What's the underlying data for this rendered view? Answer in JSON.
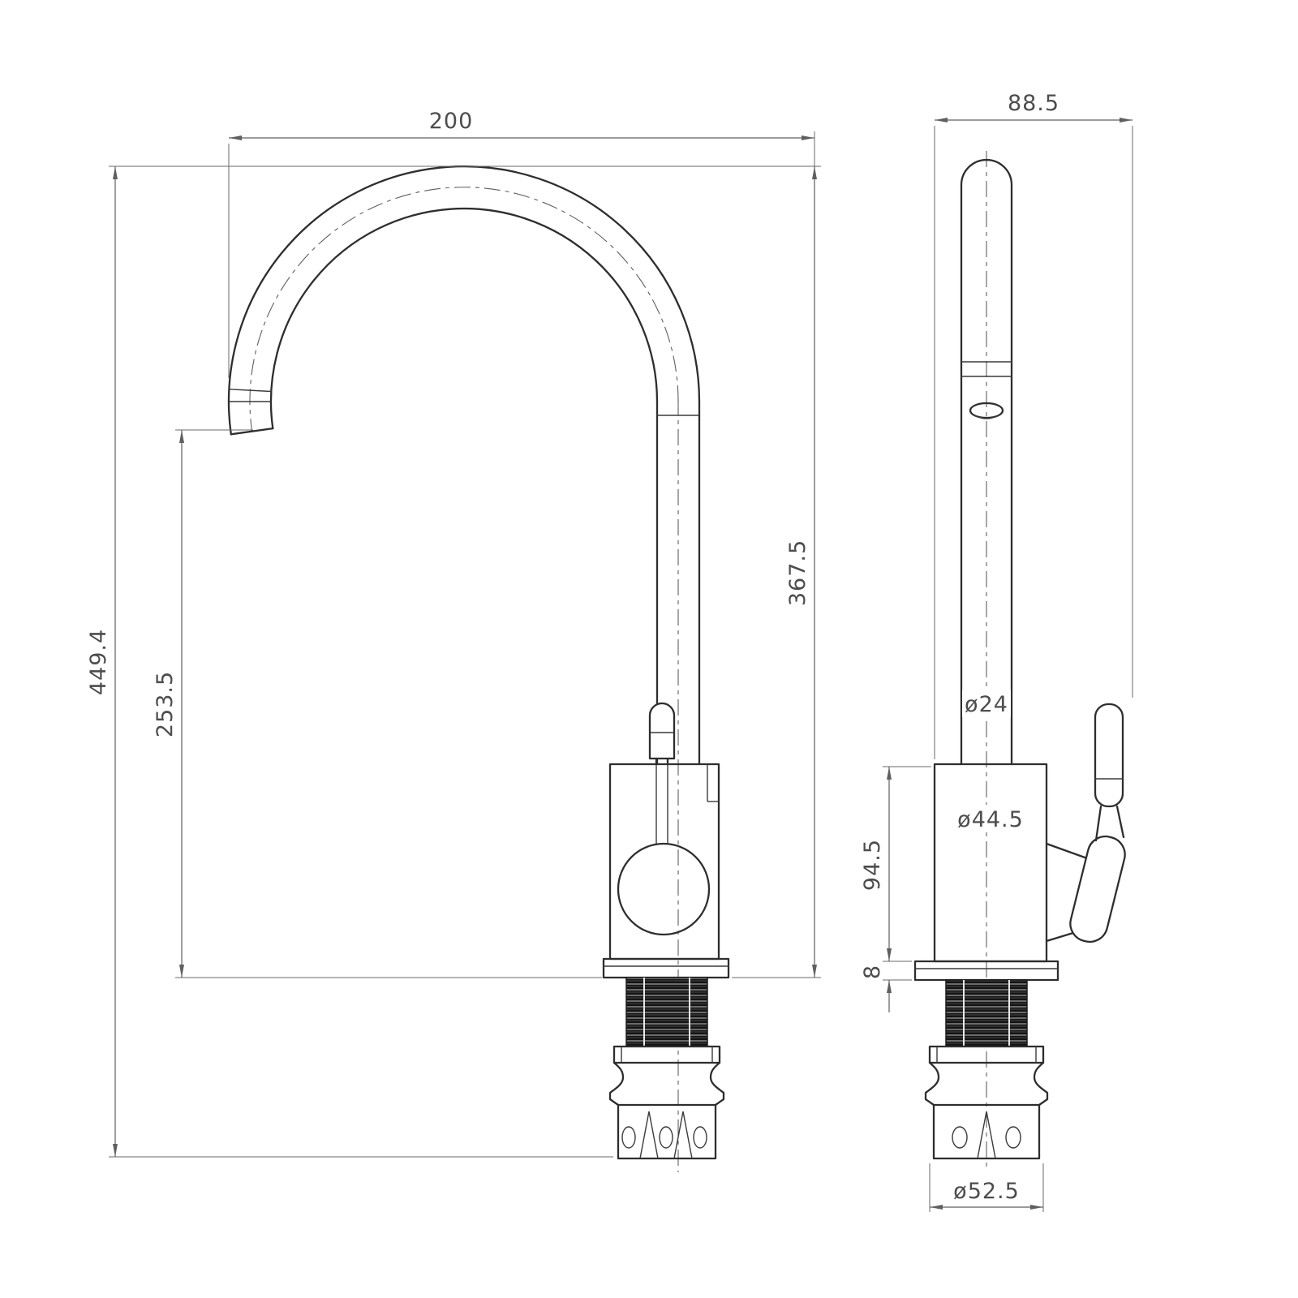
{
  "canvas": {
    "background": "#ffffff",
    "object_line_color": "#2e2e2e",
    "dimension_line_color": "#5f5f5f"
  },
  "front_view": {
    "dim_spout_reach": "200",
    "dim_overall_height": "449.4",
    "dim_spout_outlet_height": "253.5",
    "dim_deck_to_top_height": "367.5"
  },
  "side_view": {
    "dim_overall_depth": "88.5",
    "dim_spout_tube_diameter": "ø24",
    "dim_body_diameter": "ø44.5",
    "dim_body_height": "94.5",
    "dim_base_plate_thickness": "8",
    "dim_base_diameter": "ø52.5"
  }
}
